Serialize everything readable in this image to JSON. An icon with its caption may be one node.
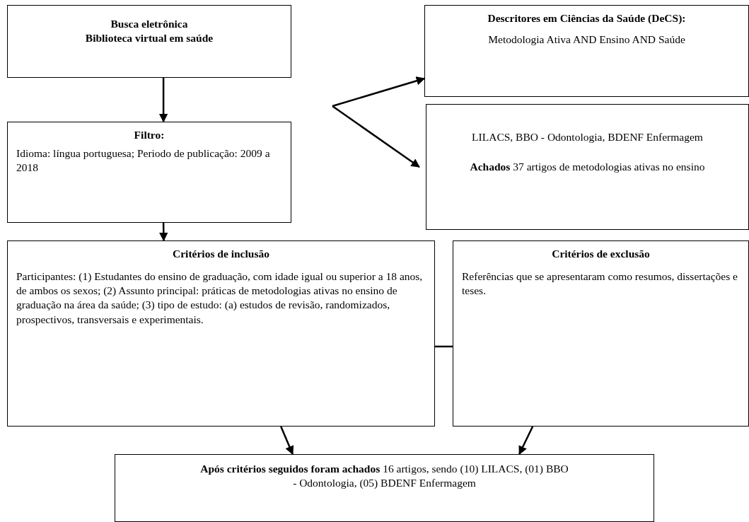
{
  "diagram": {
    "nodes": [
      {
        "text": [
          "Busca eletrônica",
          "Biblioteca virtual em saúde"
        ]
      },
      {
        "text": [
          "Filtro:",
          "Idioma: língua portuguesa; Periodo de publicação:  2009 a 2018"
        ]
      },
      {
        "text": [
          "Descritores em Ciências da Saúde (DeCS):",
          "Metodologia Ativa AND Ensino AND Saúde"
        ]
      },
      {
        "text": [
          "LILACS, BBO - Odontologia, BDENF Enfermagem",
          "**Achados** 37 artigos de metodologias ativas no ensino"
        ]
      },
      {
        "text": [
          "Critérios de inclusão",
          "Participantes: (1) Estudantes do ensino de graduação, com idade igual ou superior a 18 anos, de ambos os sexos; (2) Assunto principal:  práticas de metodologias ativas no ensino de graduação na área da saúde; (3) tipo de estudo: (a) estudos de revisão, randomizados, prospectivos, transversais e experimentais."
        ]
      },
      {
        "text": [
          "Critérios de exclusão",
          "Referências que se apresentaram como resumos, dissertações e teses."
        ]
      },
      {
        "text": [
          "**Após critérios seguidos foram achados** 16 artigos, sendo (10) LILACS, (01) BBO - Odontologia, (05) BDENF Enfermagem"
        ]
      }
    ],
    "edges": [
      {
        "from": 0,
        "to": 1,
        "arrow": "to"
      },
      {
        "from": null,
        "to": 2,
        "arrow": "to"
      },
      {
        "from": null,
        "to": 3,
        "arrow": "to"
      },
      {
        "from": 1,
        "to": 4,
        "arrow": "to"
      },
      {
        "from": 4,
        "to": 5,
        "arrow": "none"
      },
      {
        "from": 4,
        "to": 6,
        "arrow": "to"
      },
      {
        "from": 5,
        "to": 6,
        "arrow": "to"
      }
    ]
  }
}
